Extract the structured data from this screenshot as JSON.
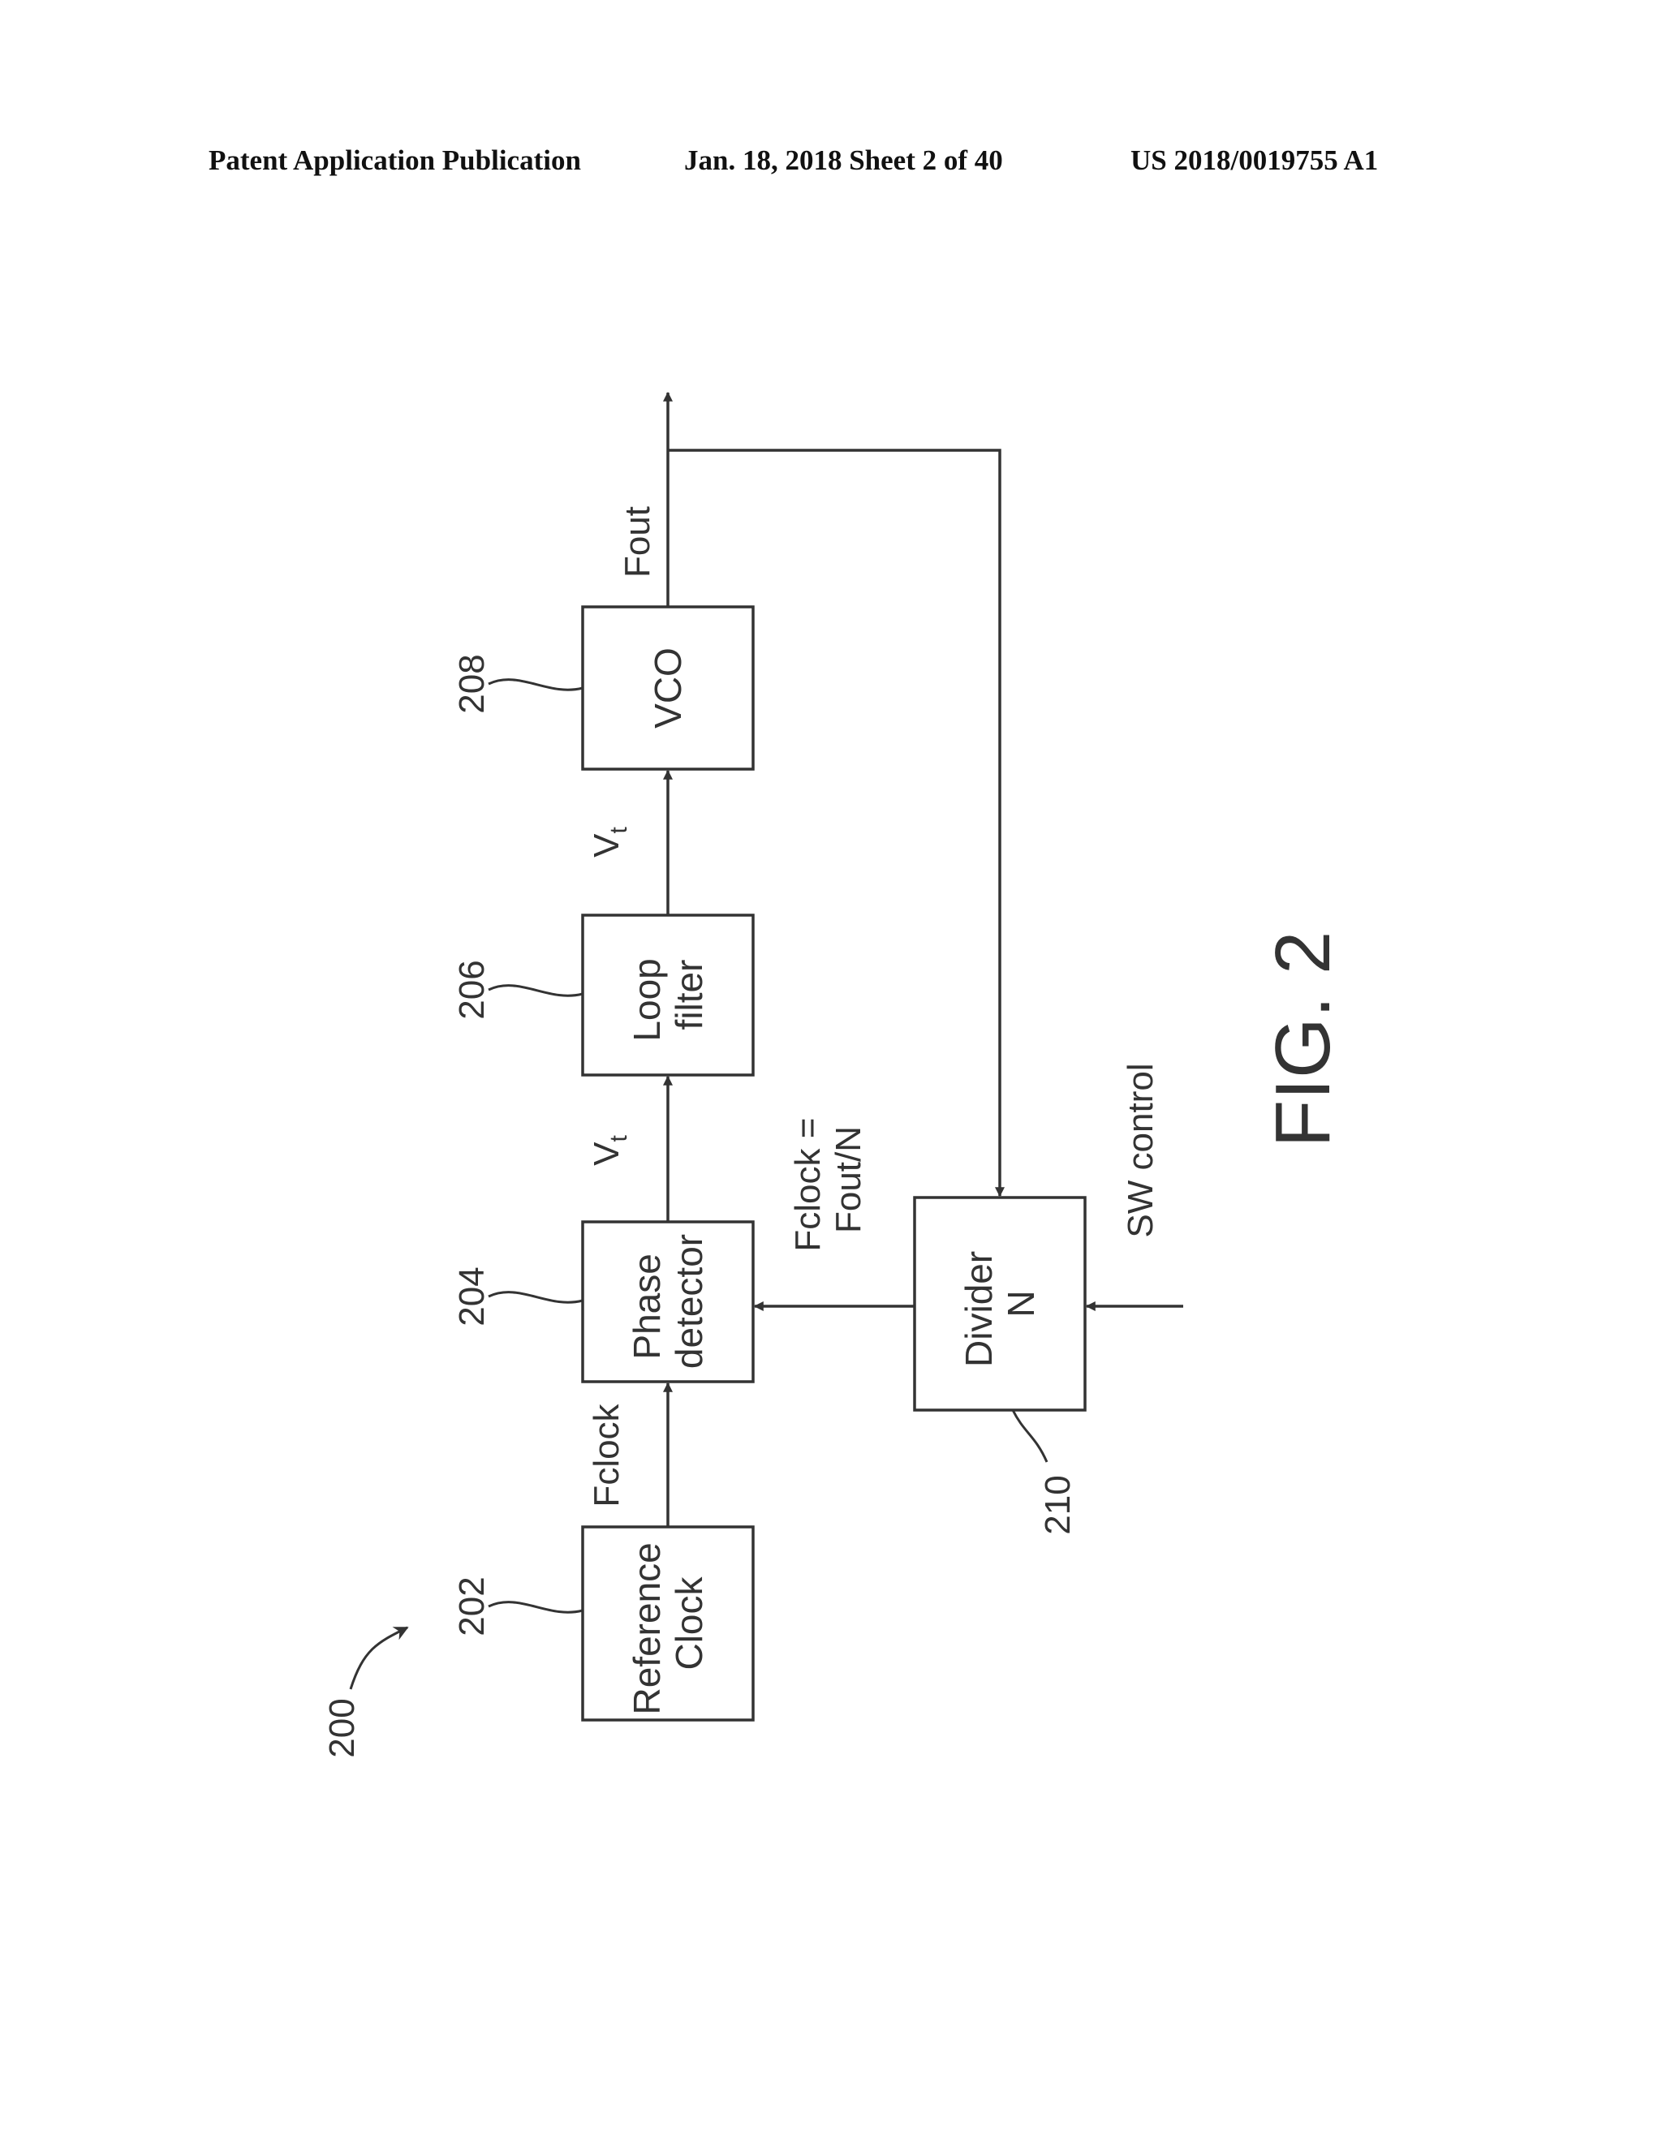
{
  "header": {
    "publication": "Patent Application Publication",
    "date_sheet": "Jan. 18, 2018  Sheet 2 of 40",
    "number": "US 2018/0019755 A1"
  },
  "figure": {
    "label": "FIG. 2",
    "ref": "200",
    "blocks": [
      {
        "id": "reference-clock",
        "ref": "202",
        "lines": [
          "Reference",
          "Clock"
        ]
      },
      {
        "id": "phase-detector",
        "ref": "204",
        "lines": [
          "Phase",
          "detector"
        ]
      },
      {
        "id": "loop-filter",
        "ref": "206",
        "lines": [
          "Loop",
          "filter"
        ]
      },
      {
        "id": "vco",
        "ref": "208",
        "lines": [
          "VCO"
        ]
      },
      {
        "id": "divider",
        "ref": "210",
        "lines": [
          "Divider",
          "N"
        ]
      }
    ],
    "signals": {
      "fclock": "Fclock",
      "vt_1": "V",
      "vt_1_sub": "t",
      "vt_2": "V",
      "vt_2_sub": "t",
      "fout": "Fout",
      "fclock_eq_line1": "Fclock =",
      "fclock_eq_line2": "Fout/N",
      "sw_control": "SW control"
    }
  }
}
